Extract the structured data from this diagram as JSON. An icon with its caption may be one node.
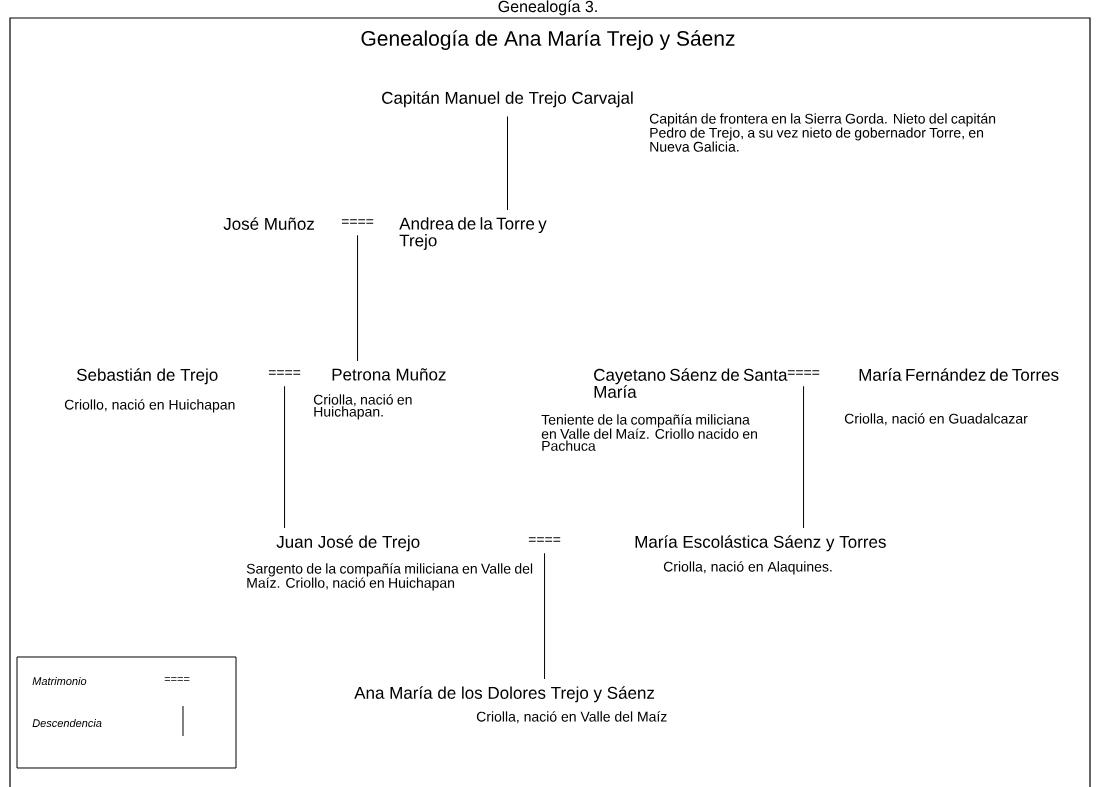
{
  "diagram": {
    "title": "Genealogía de Ana María Trejo y Sáenz",
    "nodes": [
      {
        "text": [
          "Capitán Manuel de Trejo Carvajal"
        ],
        "beside": [
          "Capitán de frontera en la Sierra Gorda. Nieto del capitán Pedro de Trejo, a su vez nieto de gobernador Torre, en Nueva Galicia."
        ]
      },
      {
        "text": [
          "José Muñoz"
        ]
      },
      {
        "text": [
          "===="
        ]
      },
      {
        "text": [
          "Andrea de la Torre y Trejo"
        ]
      },
      {
        "text": [
          "Sebastián de Trejo"
        ],
        "beside": [
          "Criollo, nació en Huichapan"
        ]
      },
      {
        "text": [
          "===="
        ]
      },
      {
        "text": [
          "Petrona Muñoz"
        ],
        "beside": [
          "Criolla, nació en Huichapan."
        ]
      },
      {
        "text": [
          "Cayetano Sáenz de Santa María"
        ],
        "beside": [
          "Teniente de la compañía miliciana en Valle del Maíz. Criollo nacido en Pachuca"
        ]
      },
      {
        "text": [
          "===="
        ]
      },
      {
        "text": [
          "María Fernández de Torres"
        ],
        "beside": [
          "Criolla, nació en Guadalcazar"
        ]
      },
      {
        "text": [
          "Juan José de Trejo"
        ],
        "beside": [
          "Sargento de la compañía miliciana en Valle del Maíz. Criollo, nació en Huichapan"
        ]
      },
      {
        "text": [
          "===="
        ]
      },
      {
        "text": [
          "María Escolástica Sáenz y Torres"
        ],
        "beside": [
          "Criolla, nació en Alaquines."
        ]
      },
      {
        "text": [
          "Ana María de los Dolores Trejo y Sáenz"
        ],
        "beside": [
          "Criolla, nació en Valle del Maíz"
        ]
      }
    ],
    "edges": [
      {
        "from": 0,
        "to": 3,
        "arrow": "none"
      },
      {
        "from": 2,
        "to": 6,
        "arrow": "none"
      },
      {
        "from": 5,
        "to": 10,
        "arrow": "none"
      },
      {
        "from": 8,
        "to": 12,
        "arrow": "none"
      },
      {
        "from": 11,
        "to": 13,
        "arrow": "none"
      }
    ],
    "labels": [
      "Genealogía 3.",
      "===="
    ],
    "legend": [
      {
        "text": "Matrimonio"
      },
      {
        "text": "Descendencia"
      }
    ]
  }
}
